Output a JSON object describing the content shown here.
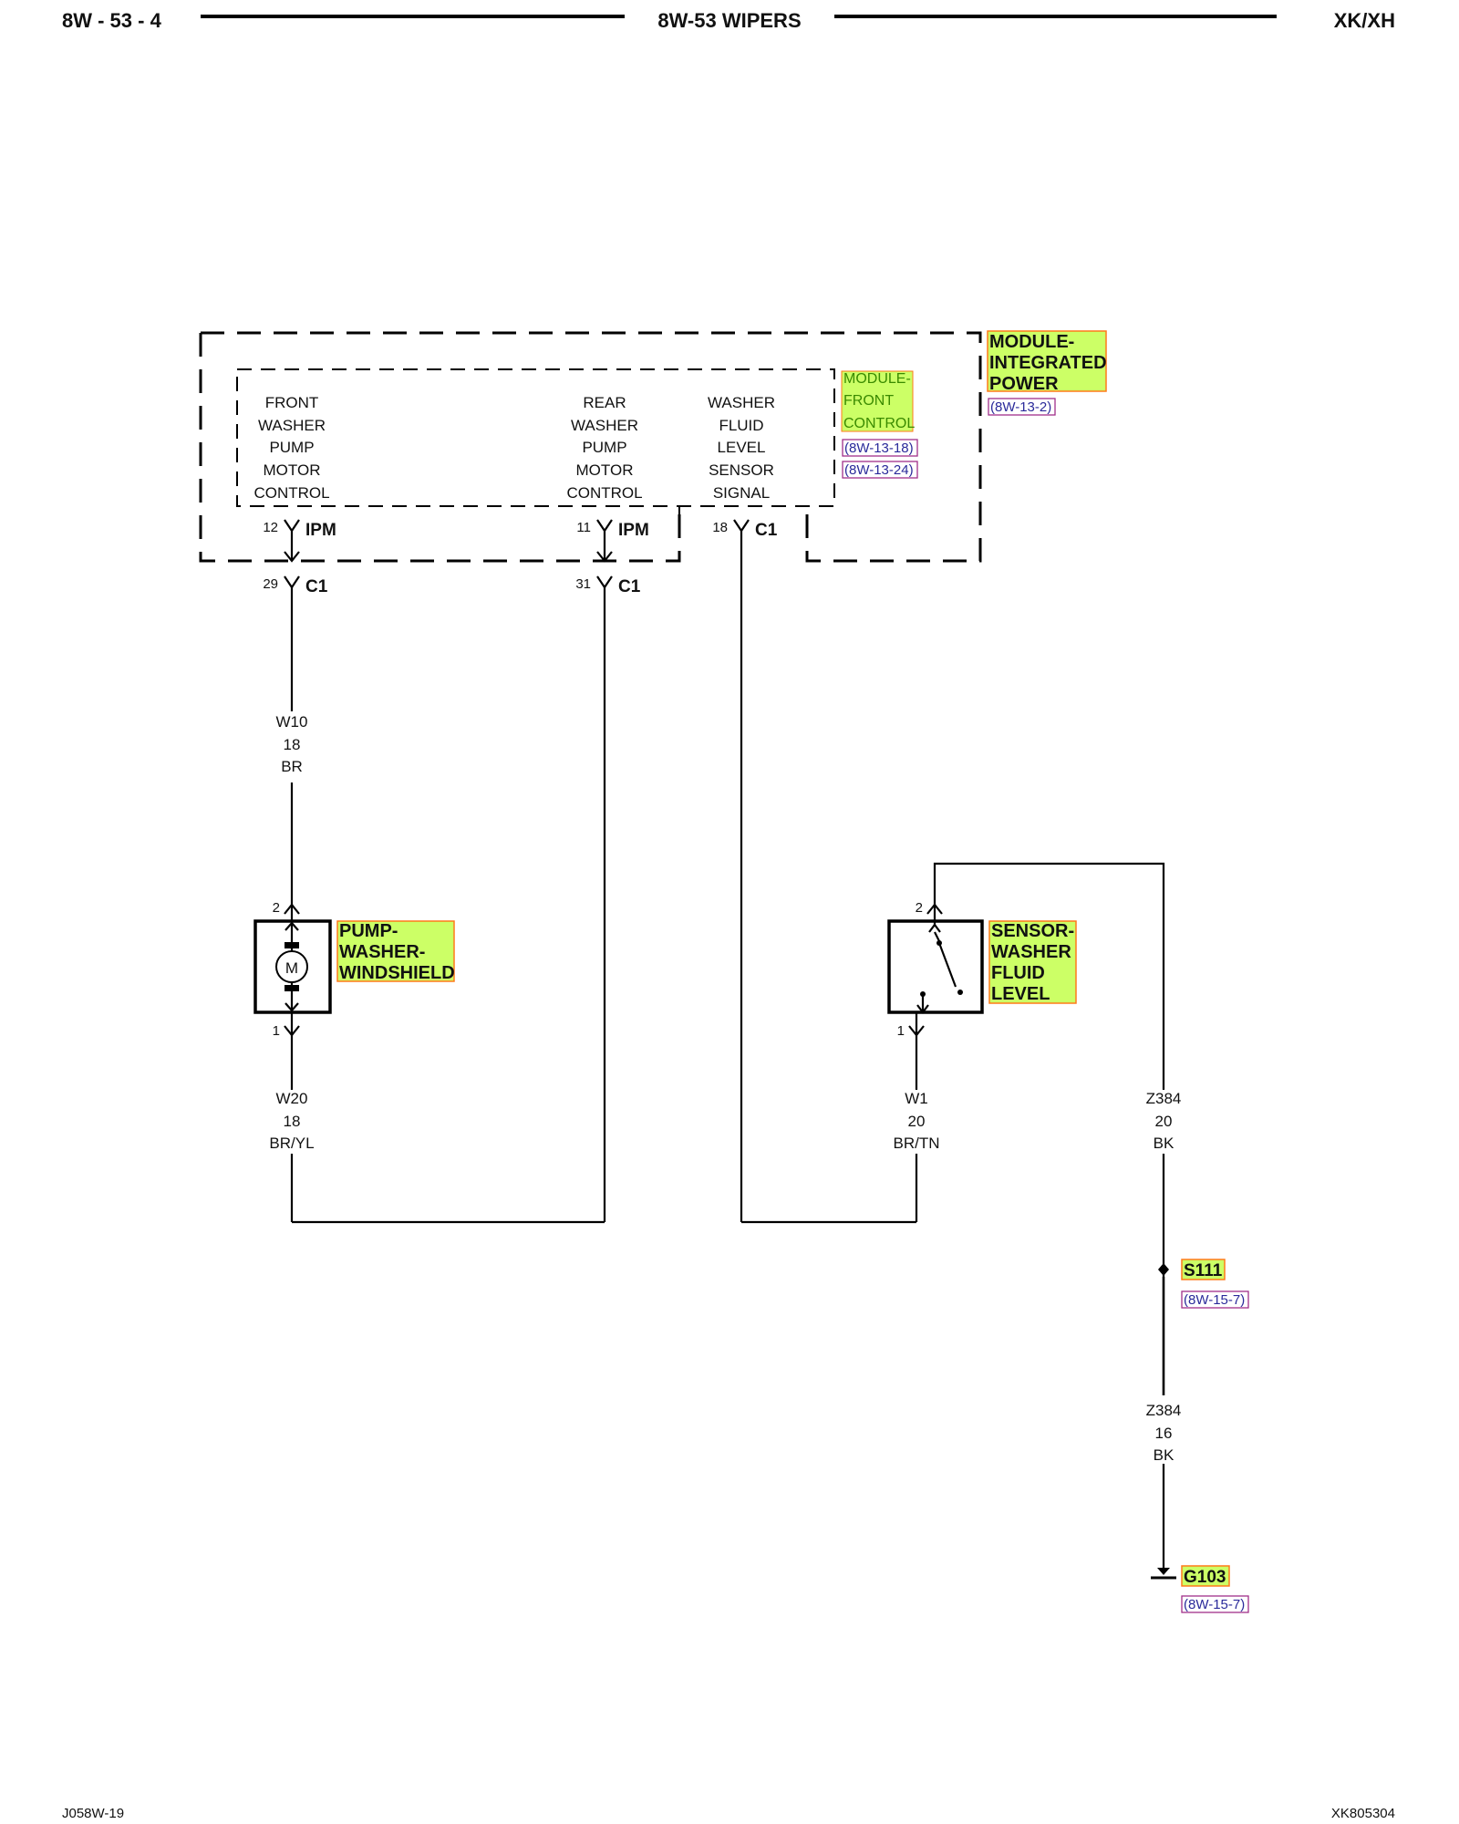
{
  "header": {
    "left": "8W - 53 - 4",
    "center": "8W-53 WIPERS",
    "right": "XK/XH"
  },
  "footer": {
    "left": "J058W-19",
    "right": "XK805304"
  },
  "module_ipm": {
    "name_lines": [
      "MODULE-",
      "INTEGRATED",
      "POWER"
    ],
    "ref": "(8W-13-2)"
  },
  "module_fc": {
    "name_lines": [
      "MODULE-",
      "FRONT",
      "CONTROL"
    ],
    "refs": [
      "(8W-13-18)",
      "(8W-13-24)"
    ]
  },
  "circuits": [
    {
      "lines": [
        "FRONT",
        "WASHER",
        "PUMP",
        "MOTOR",
        "CONTROL"
      ]
    },
    {
      "lines": [
        "REAR",
        "WASHER",
        "PUMP",
        "MOTOR",
        "CONTROL"
      ]
    },
    {
      "lines": [
        "WASHER",
        "FLUID",
        "LEVEL",
        "SENSOR",
        "SIGNAL"
      ]
    }
  ],
  "connectors": [
    {
      "pin": "12",
      "name": "IPM"
    },
    {
      "pin": "11",
      "name": "IPM"
    },
    {
      "pin": "18",
      "name": "C1"
    },
    {
      "pin": "29",
      "name": "C1"
    },
    {
      "pin": "31",
      "name": "C1"
    }
  ],
  "wires": [
    {
      "lines": [
        "W10",
        "18",
        "BR"
      ]
    },
    {
      "lines": [
        "W20",
        "18",
        "BR/YL"
      ]
    },
    {
      "lines": [
        "W1",
        "20",
        "BR/TN"
      ]
    },
    {
      "lines": [
        "Z384",
        "20",
        "BK"
      ]
    },
    {
      "lines": [
        "Z384",
        "16",
        "BK"
      ]
    }
  ],
  "pump": {
    "name_lines": [
      "PUMP-",
      "WASHER-",
      "WINDSHIELD"
    ],
    "symbol": "M",
    "pin_top": "2",
    "pin_bottom": "1"
  },
  "sensor": {
    "name_lines": [
      "SENSOR-",
      "WASHER",
      "FLUID",
      "LEVEL"
    ],
    "pin_top": "2",
    "pin_bottom": "1"
  },
  "splice": {
    "name": "S111",
    "ref": "(8W-15-7)"
  },
  "ground": {
    "name": "G103",
    "ref": "(8W-15-7)"
  }
}
